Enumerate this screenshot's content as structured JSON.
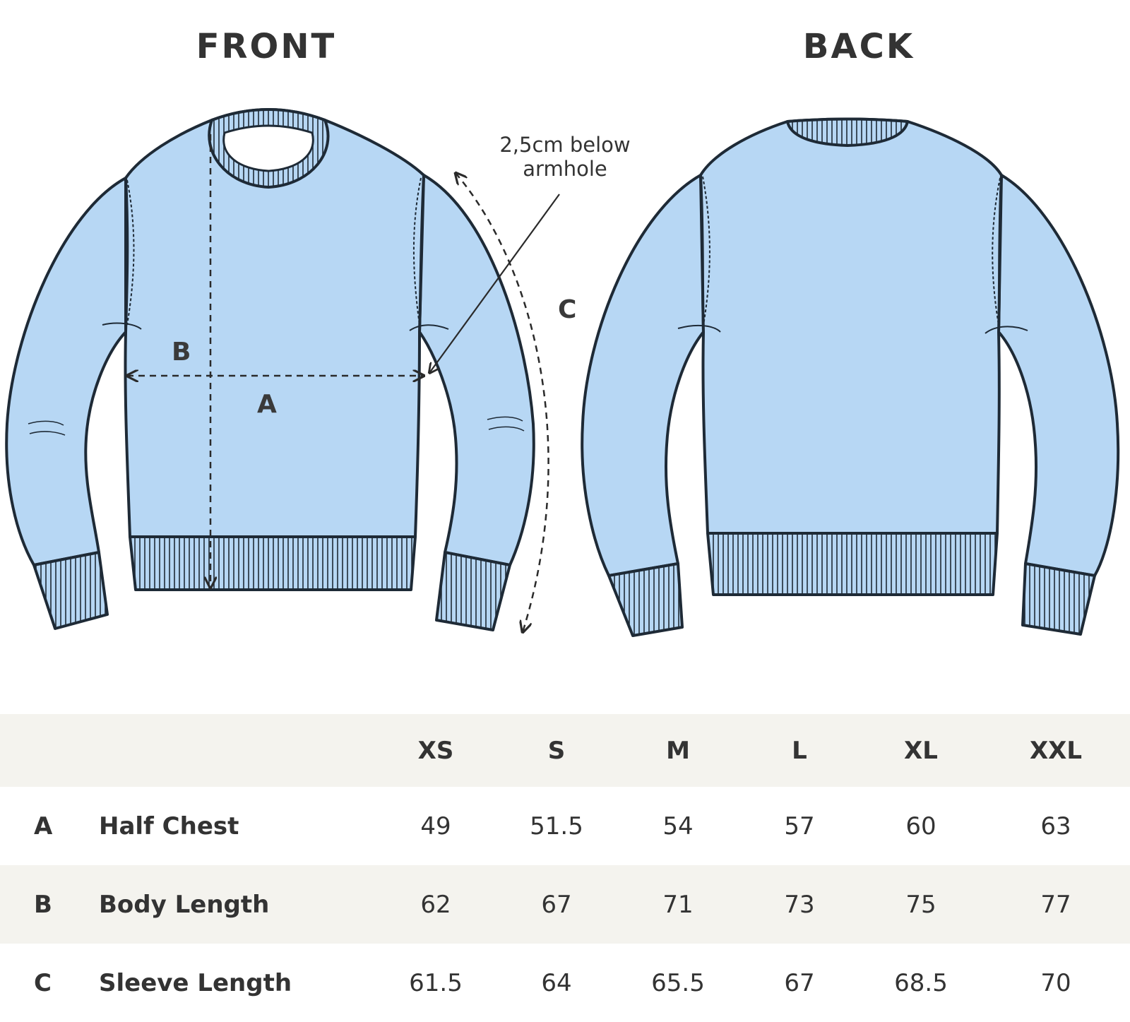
{
  "views": {
    "front_title": "FRONT",
    "back_title": "BACK"
  },
  "annotations": {
    "a": "A",
    "b": "B",
    "c": "C",
    "note_line1": "2,5cm below",
    "note_line2": "armhole"
  },
  "colors": {
    "garment_fill": "#b7d7f4",
    "outline": "#1e2a36",
    "table_shade": "#f4f3ee"
  },
  "table": {
    "sizes": [
      "XS",
      "S",
      "M",
      "L",
      "XL",
      "XXL"
    ],
    "rows": [
      {
        "letter": "A",
        "name": "Half Chest",
        "values": [
          "49",
          "51.5",
          "54",
          "57",
          "60",
          "63"
        ]
      },
      {
        "letter": "B",
        "name": "Body Length",
        "values": [
          "62",
          "67",
          "71",
          "73",
          "75",
          "77"
        ]
      },
      {
        "letter": "C",
        "name": "Sleeve Length",
        "values": [
          "61.5",
          "64",
          "65.5",
          "67",
          "68.5",
          "70"
        ]
      }
    ]
  }
}
